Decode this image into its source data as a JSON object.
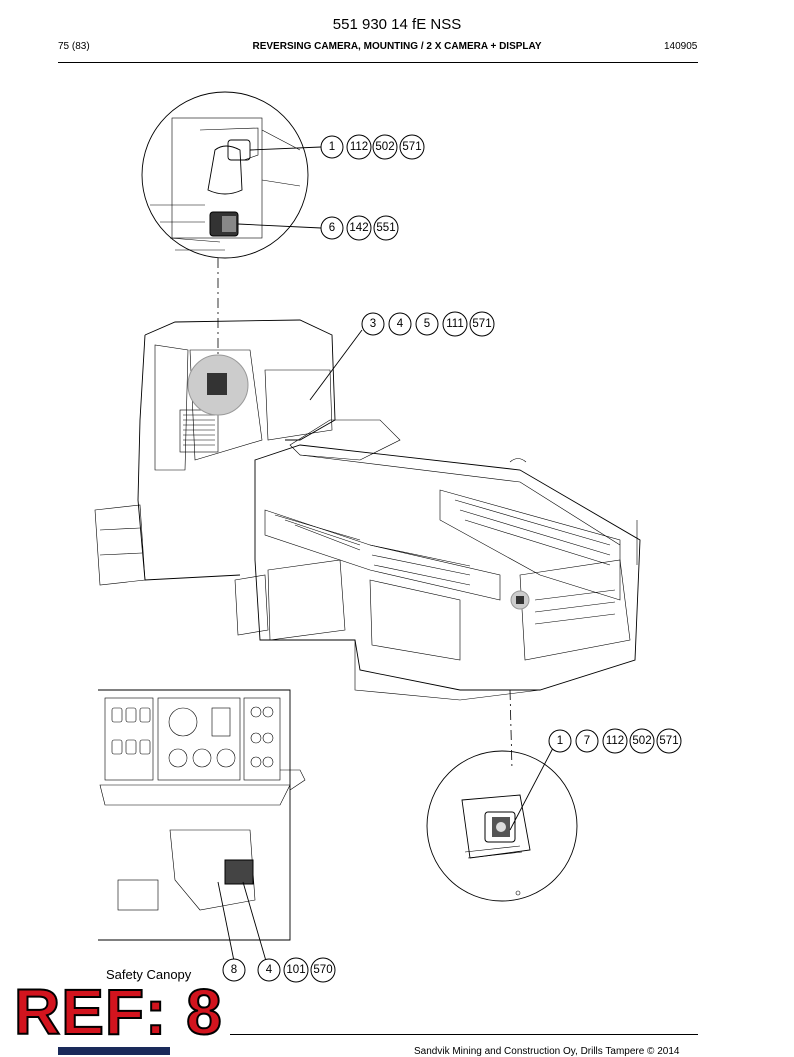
{
  "header": {
    "doc_number": "551 930 14 fE NSS",
    "page": "75 (83)",
    "title": "REVERSING CAMERA, MOUNTING / 2 X CAMERA + DISPLAY",
    "code": "140905"
  },
  "callout_groups": [
    {
      "labels": [
        "1",
        "112",
        "502",
        "571"
      ]
    },
    {
      "labels": [
        "6",
        "142",
        "551"
      ]
    },
    {
      "labels": [
        "3",
        "4",
        "5",
        "111",
        "571"
      ]
    },
    {
      "labels": [
        "1",
        "7",
        "112",
        "502",
        "571"
      ]
    },
    {
      "labels": [
        "8",
        "4",
        "101",
        "570"
      ]
    }
  ],
  "caption": "Safety Canopy",
  "stamp": "REF: 8",
  "footer": {
    "text": "Sandvik Mining and Construction Oy, Drills Tampere © 2014"
  }
}
